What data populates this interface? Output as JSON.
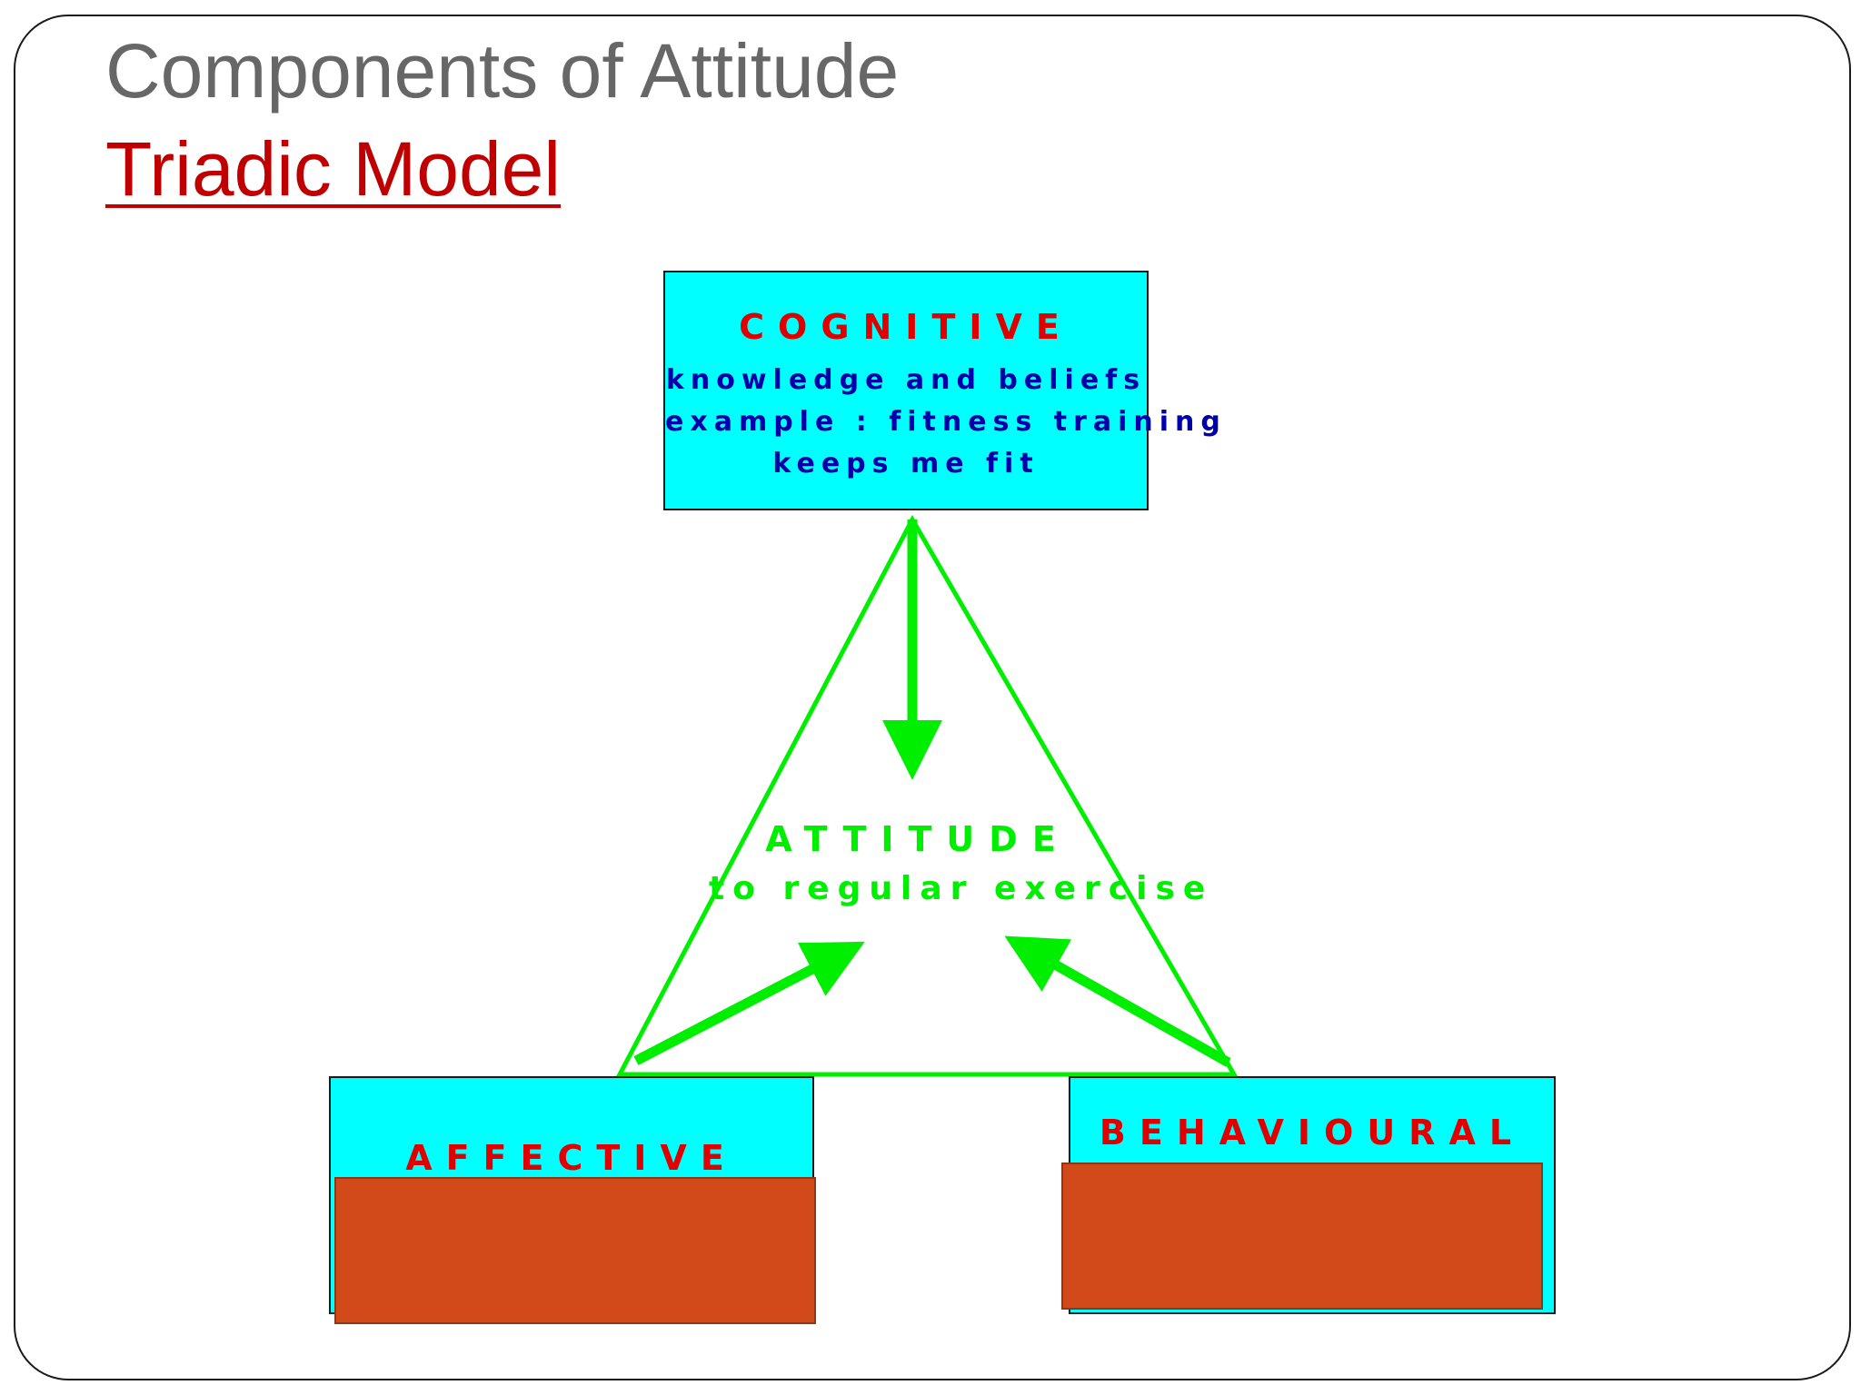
{
  "slide": {
    "title": "Components of Attitude",
    "subtitle": "Triadic Model"
  },
  "cognitive": {
    "heading": "COGNITIVE",
    "line1": "knowledge and beliefs",
    "line2": "example : fitness training",
    "line3": "keeps me fit"
  },
  "attitude": {
    "label": "ATTITUDE",
    "sub": "to regular exercise"
  },
  "affective": {
    "heading": "AFFECTIVE"
  },
  "behavioural": {
    "heading": "BEHAVIOURAL"
  },
  "colors": {
    "box_fill": "#00ffff",
    "heading_red": "#e00000",
    "body_blue": "#0000aa",
    "arrow_green": "#00ee00",
    "cover_orange": "#d2491a",
    "title_gray": "#676767",
    "subtitle_red": "#c00000"
  }
}
